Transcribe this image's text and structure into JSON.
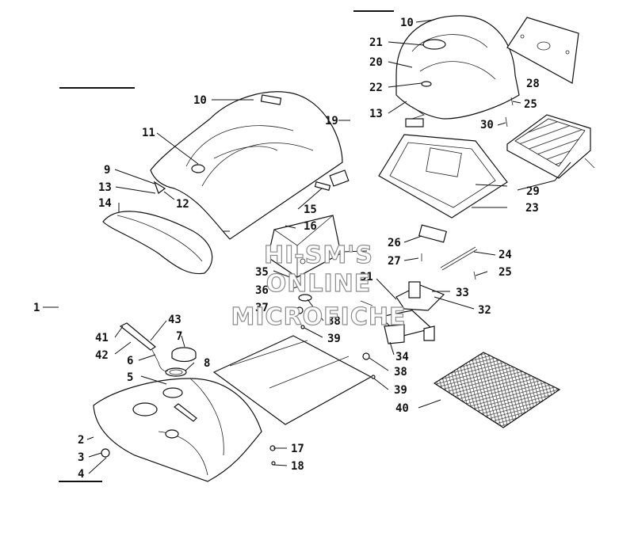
{
  "diagram": {
    "callouts": [
      "1",
      "2",
      "3",
      "4",
      "5",
      "6",
      "7",
      "8",
      "9",
      "10",
      "10",
      "11",
      "12",
      "13",
      "13",
      "14",
      "15",
      "16",
      "17",
      "18",
      "19",
      "20",
      "21",
      "22",
      "23",
      "24",
      "25",
      "25",
      "26",
      "27",
      "28",
      "29",
      "30",
      "31",
      "32",
      "33",
      "34",
      "35",
      "36",
      "37",
      "38",
      "38",
      "39",
      "39",
      "40",
      "41",
      "42",
      "43"
    ]
  },
  "watermark": {
    "line1": "HI-SM'S",
    "line2": "ONLINE",
    "line3": "MICROFICHE"
  },
  "colors": {
    "ink": "#111111",
    "paper": "#ffffff",
    "watermark_outline": "#8c8c8c"
  }
}
